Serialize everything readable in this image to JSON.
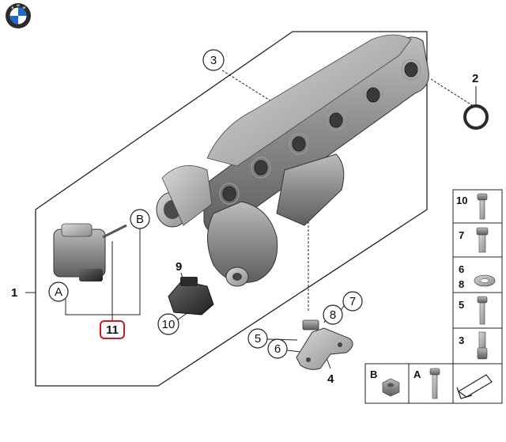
{
  "logo": {
    "letters": [
      "B",
      "M",
      "W"
    ],
    "outer_color": "#2b2b2b",
    "blue": "#1c69d4"
  },
  "callouts": {
    "c1": "1",
    "c2": "2",
    "c3": "3",
    "c4": "4",
    "c5": "5",
    "c6": "6",
    "c7": "7",
    "c8": "8",
    "c9": "9",
    "c10": "10",
    "c11": "11",
    "cA": "A",
    "cB": "B"
  },
  "highlight_color": "#d8141e",
  "legend": {
    "side": [
      "10",
      "7",
      "6",
      "8",
      "5",
      "3"
    ],
    "bottom": [
      "B",
      "A"
    ]
  }
}
